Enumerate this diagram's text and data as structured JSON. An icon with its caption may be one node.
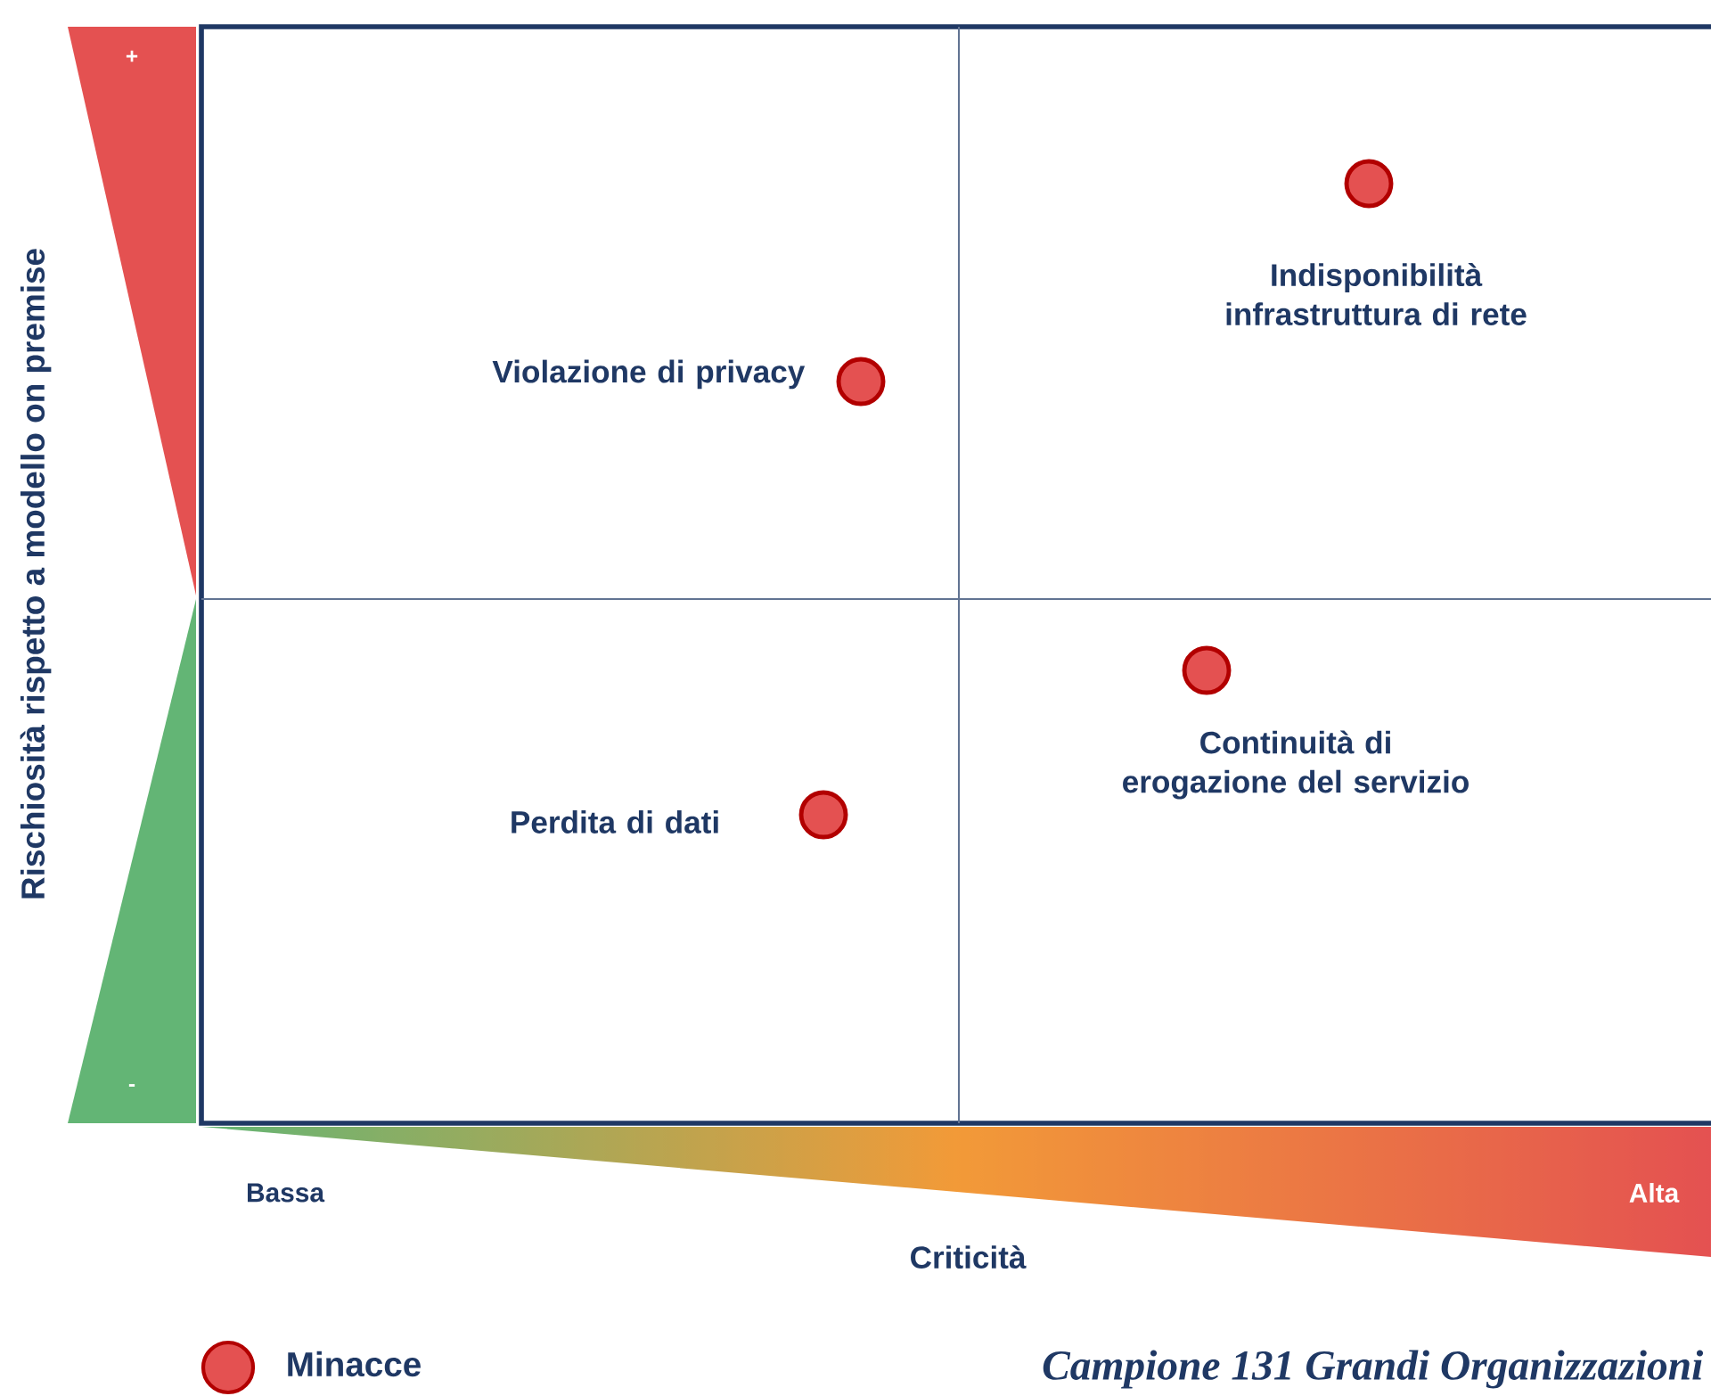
{
  "diagram": {
    "caption": "Campione 131 Grandi Organizzazioni",
    "nodes": [
      {
        "text": [],
        "shape": "circle",
        "beside": [
          "Violazione di privacy"
        ]
      },
      {
        "text": [],
        "shape": "circle",
        "beside": [
          "Indisponibilità infrastruttura di rete"
        ]
      },
      {
        "text": [],
        "shape": "circle",
        "beside": [
          "Continuità di erogazione del servizio"
        ]
      },
      {
        "text": [],
        "shape": "circle",
        "beside": [
          "Perdita di dati"
        ]
      }
    ],
    "edges": [],
    "labels": [
      "Rischiosità rispetto a modello on premise",
      "+",
      "-",
      "Bassa",
      "Alta",
      "Criticità"
    ],
    "legend": [
      {
        "text": "Minacce"
      }
    ]
  }
}
